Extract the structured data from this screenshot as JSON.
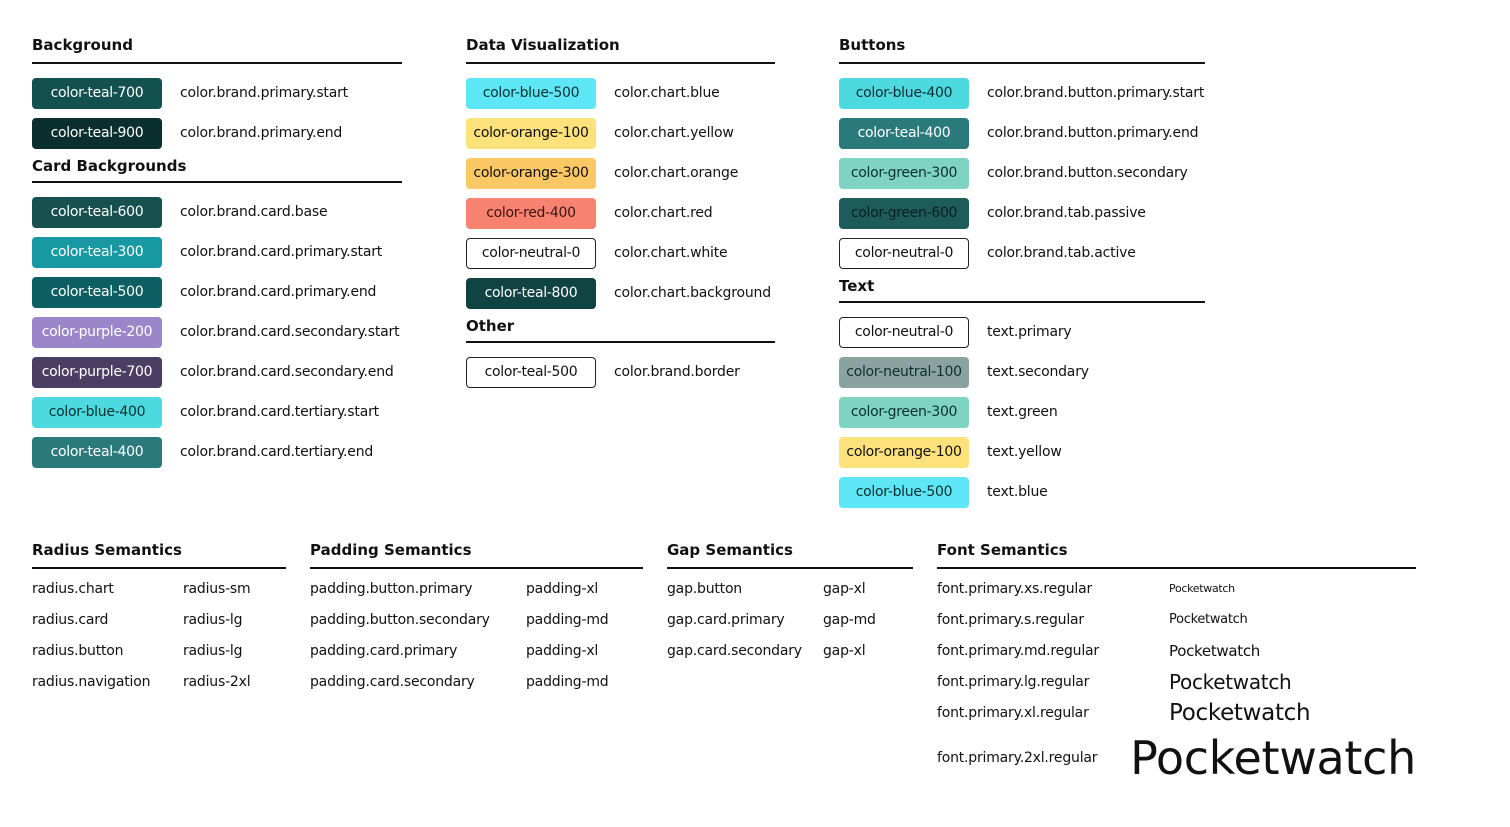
{
  "background": {
    "title": "Background",
    "items": [
      {
        "chip": "color-teal-700",
        "token": "color.brand.primary.start",
        "bg": "#12514f",
        "fg": "#ffffff"
      },
      {
        "chip": "color-teal-900",
        "token": "color.brand.primary.end",
        "bg": "#0b2f2e",
        "fg": "#ffffff"
      }
    ]
  },
  "card_backgrounds": {
    "title": "Card Backgrounds",
    "items": [
      {
        "chip": "color-teal-600",
        "token": "color.brand.card.base",
        "bg": "#17514f",
        "fg": "#ffffff"
      },
      {
        "chip": "color-teal-300",
        "token": "color.brand.card.primary.start",
        "bg": "#1798a3",
        "fg": "#ffffff"
      },
      {
        "chip": "color-teal-500",
        "token": "color.brand.card.primary.end",
        "bg": "#0c5f63",
        "fg": "#ffffff"
      },
      {
        "chip": "color-purple-200",
        "token": "color.brand.card.secondary.start",
        "bg": "#9a86c8",
        "fg": "#ffffff"
      },
      {
        "chip": "color-purple-700",
        "token": "color.brand.card.secondary.end",
        "bg": "#4a3e63",
        "fg": "#ffffff"
      },
      {
        "chip": "color-blue-400",
        "token": "color.brand.card.tertiary.start",
        "bg": "#4dd9e0",
        "fg": "#0b2f2e"
      },
      {
        "chip": "color-teal-400",
        "token": "color.brand.card.tertiary.end",
        "bg": "#2b7a7b",
        "fg": "#ffffff"
      }
    ]
  },
  "data_visualization": {
    "title": "Data Visualization",
    "items": [
      {
        "chip": "color-blue-500",
        "token": "color.chart.blue",
        "bg": "#5de6f5",
        "fg": "#0b2f2e",
        "outlined": false
      },
      {
        "chip": "color-orange-100",
        "token": "color.chart.yellow",
        "bg": "#fde17a",
        "fg": "#111111",
        "outlined": false
      },
      {
        "chip": "color-orange-300",
        "token": "color.chart.orange",
        "bg": "#fcc865",
        "fg": "#111111",
        "outlined": false
      },
      {
        "chip": "color-red-400",
        "token": "color.chart.red",
        "bg": "#f7826f",
        "fg": "#3a1510",
        "outlined": false
      },
      {
        "chip": "color-neutral-0",
        "token": "color.chart.white",
        "bg": "#ffffff",
        "fg": "#111111",
        "outlined": true
      },
      {
        "chip": "color-teal-800",
        "token": "color.chart.background",
        "bg": "#0f4442",
        "fg": "#ffffff",
        "outlined": false
      }
    ]
  },
  "other": {
    "title": "Other",
    "items": [
      {
        "chip": "color-teal-500",
        "token": "color.brand.border",
        "bg": "#ffffff",
        "fg": "#111111",
        "outlined": true
      }
    ]
  },
  "buttons": {
    "title": "Buttons",
    "items": [
      {
        "chip": "color-blue-400",
        "token": "color.brand.button.primary.start",
        "bg": "#4dd9e0",
        "fg": "#0b2f2e",
        "outlined": false
      },
      {
        "chip": "color-teal-400",
        "token": "color.brand.button.primary.end",
        "bg": "#2b7a7b",
        "fg": "#ffffff",
        "outlined": false
      },
      {
        "chip": "color-green-300",
        "token": "color.brand.button.secondary",
        "bg": "#7ed3c3",
        "fg": "#0b2f2e",
        "outlined": false
      },
      {
        "chip": "color-green-600",
        "token": "color.brand.tab.passive",
        "bg": "#1e5c5c",
        "fg": "#0b1f1f",
        "outlined": false
      },
      {
        "chip": "color-neutral-0",
        "token": "color.brand.tab.active",
        "bg": "#ffffff",
        "fg": "#111111",
        "outlined": true
      }
    ]
  },
  "text": {
    "title": "Text",
    "items": [
      {
        "chip": "color-neutral-0",
        "token": "text.primary",
        "bg": "#ffffff",
        "fg": "#111111",
        "outlined": true
      },
      {
        "chip": "color-neutral-100",
        "token": "text.secondary",
        "bg": "#8aa3a1",
        "fg": "#0b2f2e",
        "outlined": false
      },
      {
        "chip": "color-green-300",
        "token": "text.green",
        "bg": "#7ed3c3",
        "fg": "#0b2f2e",
        "outlined": false
      },
      {
        "chip": "color-orange-100",
        "token": "text.yellow",
        "bg": "#fde17a",
        "fg": "#111111",
        "outlined": false
      },
      {
        "chip": "color-blue-500",
        "token": "text.blue",
        "bg": "#5de6f5",
        "fg": "#0b2f2e",
        "outlined": false
      }
    ]
  },
  "radius": {
    "title": "Radius Semantics",
    "rows": [
      {
        "key": "radius.chart",
        "value": "radius-sm"
      },
      {
        "key": "radius.card",
        "value": "radius-lg"
      },
      {
        "key": "radius.button",
        "value": "radius-lg"
      },
      {
        "key": "radius.navigation",
        "value": "radius-2xl"
      }
    ]
  },
  "padding": {
    "title": "Padding Semantics",
    "rows": [
      {
        "key": "padding.button.primary",
        "value": "padding-xl"
      },
      {
        "key": "padding.button.secondary",
        "value": "padding-md"
      },
      {
        "key": "padding.card.primary",
        "value": "padding-xl"
      },
      {
        "key": "padding.card.secondary",
        "value": "padding-md"
      }
    ]
  },
  "gap": {
    "title": "Gap Semantics",
    "rows": [
      {
        "key": "gap.button",
        "value": "gap-xl"
      },
      {
        "key": "gap.card.primary",
        "value": "gap-md"
      },
      {
        "key": "gap.card.secondary",
        "value": "gap-xl"
      }
    ]
  },
  "font": {
    "title": "Font Semantics",
    "rows": [
      {
        "key": "font.primary.xs.regular",
        "sample": "Pocketwatch"
      },
      {
        "key": "font.primary.s.regular",
        "sample": "Pocketwatch"
      },
      {
        "key": "font.primary.md.regular",
        "sample": "Pocketwatch"
      },
      {
        "key": "font.primary.lg.regular",
        "sample": "Pocketwatch"
      },
      {
        "key": "font.primary.xl.regular",
        "sample": "Pocketwatch"
      },
      {
        "key": "font.primary.2xl.regular",
        "sample": "Pocketwatch"
      }
    ]
  }
}
